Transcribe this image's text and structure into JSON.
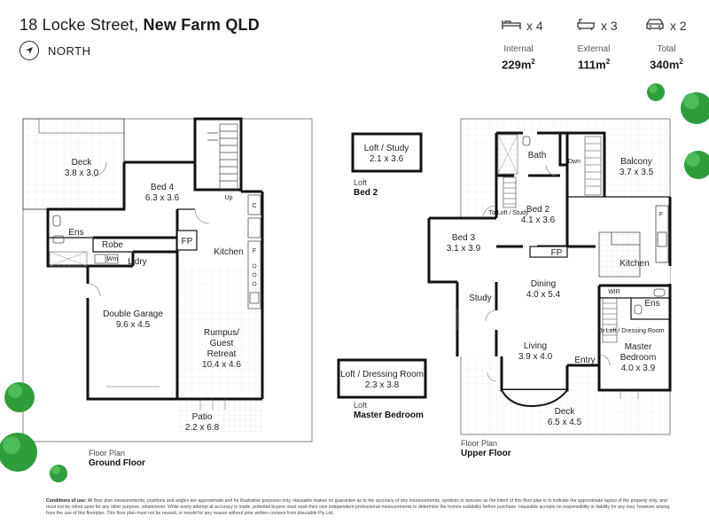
{
  "header": {
    "address_street": "18 Locke Street,",
    "address_suburb": "New Farm QLD",
    "north_label": "NORTH"
  },
  "stats": {
    "beds": "x 4",
    "baths": "x 3",
    "cars": "x 2"
  },
  "areas": [
    {
      "label": "Internal",
      "value": "229m",
      "unit": "2"
    },
    {
      "label": "External",
      "value": "111m",
      "unit": "2"
    },
    {
      "label": "Total",
      "value": "340m",
      "unit": "2"
    }
  ],
  "ground_floor": {
    "caption": "Floor Plan",
    "name": "Ground Floor",
    "rooms": {
      "deck": {
        "name": "Deck",
        "dims": "3.8 x 3.0"
      },
      "bed4": {
        "name": "Bed 4",
        "dims": "6.3 x 3.6"
      },
      "ens": "Ens",
      "robe": "Robe",
      "fp": "FP",
      "ldry": "L'dry",
      "wm": "Wm",
      "kitchen": "Kitchen",
      "up": "Up",
      "c": "C",
      "f": "F",
      "garage": {
        "name": "Double Garage",
        "dims": "9.6 x 4.5"
      },
      "rumpus_line1": "Rumpus/",
      "rumpus_line2": "Guest",
      "rumpus_line3": "Retreat",
      "rumpus_dims": "10.4 x 4.6",
      "patio": {
        "name": "Patio",
        "dims": "2.2 x 6.8"
      }
    }
  },
  "upper_floor": {
    "caption": "Floor Plan",
    "name": "Upper Floor",
    "rooms": {
      "bath": "Bath",
      "dwn": "Dwn",
      "balcony": {
        "name": "Balcony",
        "dims": "3.7 x 3.5"
      },
      "bed2": {
        "name": "Bed 2",
        "dims": "4.1 x 3.6"
      },
      "to_loft_study": "To Loft / Study",
      "bed3": {
        "name": "Bed 3",
        "dims": "3.1 x 3.9"
      },
      "fp": "FP",
      "f": "F",
      "kitchen": "Kitchen",
      "study": "Study",
      "dining": {
        "name": "Dining",
        "dims": "4.0 x 5.4"
      },
      "wir": "WIR",
      "ens": "Ens",
      "to_loft_dressing": "To Loft / Dressing Room",
      "master": {
        "name1": "Master",
        "name2": "Bedroom",
        "dims": "4.0 x 3.9"
      },
      "living": {
        "name": "Living",
        "dims": "3.9 x 4.0"
      },
      "entry": "Entry",
      "deck": {
        "name": "Deck",
        "dims": "6.5 x 4.5"
      }
    }
  },
  "lofts": {
    "study": {
      "name": "Loft / Study",
      "dims": "2.1 x 3.6",
      "caption": "Loft",
      "level": "Bed 2"
    },
    "dressing": {
      "name": "Loft / Dressing Room",
      "dims": "2.3 x 3.8",
      "caption": "Loft",
      "level": "Master Bedroom"
    }
  },
  "legal": {
    "heading": "Conditions of use:",
    "text": "All floor plan measurements, positions and angles are approximate and for illustrative purposes only. Hausable makes no guarantee as to the accuracy of any measurements, symbols or textures as the intent of this floor plan is to indicate the approximate layout of the property only, and must not be relied upon for any other purpose, whatsoever. While every attempt at accuracy is made, potential buyers must seek their own independent professional measurements to determine the homes suitability before purchase. Hausable accepts no responsibility or liability for any loss, however arising, from the use of this floorplan. This floor plan must not be reused, or resold for any reason without prior written consent from Hausable Pty Ltd."
  }
}
